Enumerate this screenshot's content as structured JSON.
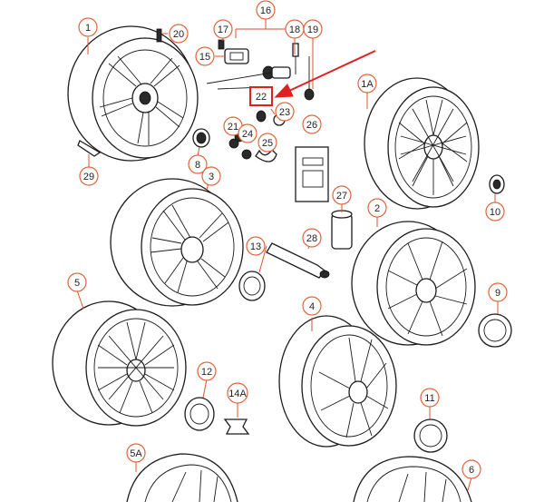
{
  "diagram": {
    "colors": {
      "callout_ring": "#e0643a",
      "leader_line": "#d9532f",
      "highlight_box": "#e02020",
      "arrow": "#e02020",
      "line_art": "#1c1c1c"
    },
    "callouts": [
      {
        "id": "c1",
        "label": "1"
      },
      {
        "id": "c20",
        "label": "20"
      },
      {
        "id": "c16",
        "label": "16"
      },
      {
        "id": "c17",
        "label": "17"
      },
      {
        "id": "c18",
        "label": "18"
      },
      {
        "id": "c19",
        "label": "19"
      },
      {
        "id": "c15",
        "label": "15"
      },
      {
        "id": "c1A",
        "label": "1A"
      },
      {
        "id": "c22",
        "label": "22"
      },
      {
        "id": "c23",
        "label": "23"
      },
      {
        "id": "c21",
        "label": "21"
      },
      {
        "id": "c24",
        "label": "24"
      },
      {
        "id": "c25",
        "label": "25"
      },
      {
        "id": "c26",
        "label": "26"
      },
      {
        "id": "c29",
        "label": "29"
      },
      {
        "id": "c8",
        "label": "8"
      },
      {
        "id": "c3",
        "label": "3"
      },
      {
        "id": "c10",
        "label": "10"
      },
      {
        "id": "c27",
        "label": "27"
      },
      {
        "id": "c2",
        "label": "2"
      },
      {
        "id": "c13",
        "label": "13"
      },
      {
        "id": "c28",
        "label": "28"
      },
      {
        "id": "c5",
        "label": "5"
      },
      {
        "id": "c9",
        "label": "9"
      },
      {
        "id": "c4",
        "label": "4"
      },
      {
        "id": "c12",
        "label": "12"
      },
      {
        "id": "c14A",
        "label": "14A"
      },
      {
        "id": "c11",
        "label": "11"
      },
      {
        "id": "c5A",
        "label": "5A"
      },
      {
        "id": "c6",
        "label": "6"
      }
    ],
    "highlighted_part": "22"
  }
}
